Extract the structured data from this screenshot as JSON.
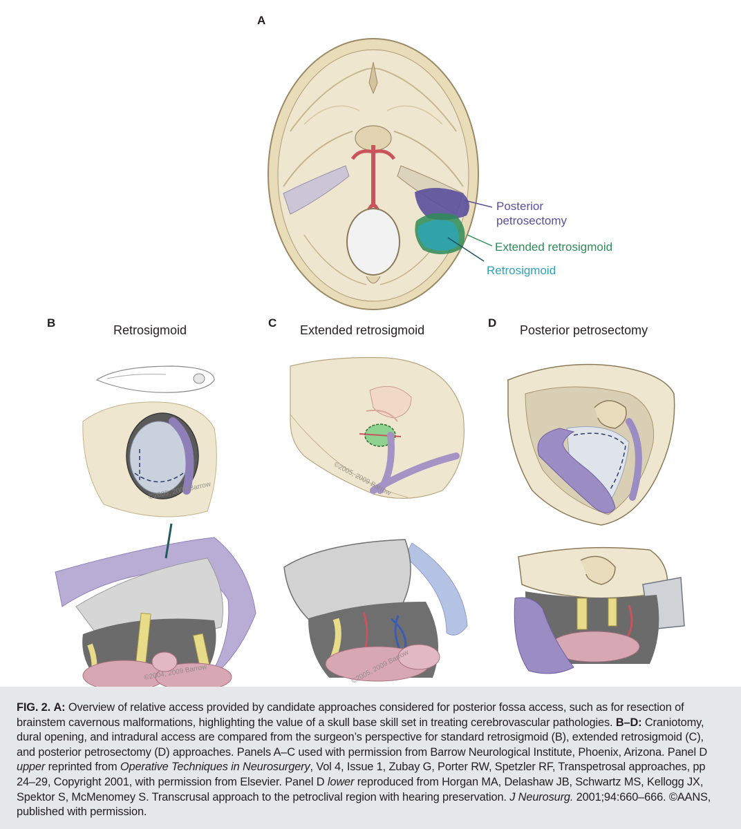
{
  "panels": {
    "A": {
      "letter": "A"
    },
    "B": {
      "letter": "B",
      "title": "Retrosigmoid"
    },
    "C": {
      "letter": "C",
      "title": "Extended retrosigmoid"
    },
    "D": {
      "letter": "D",
      "title": "Posterior petrosectomy"
    }
  },
  "callouts": {
    "posterior_line1": "Posterior",
    "posterior_line2": "petrosectomy",
    "extended": "Extended retrosigmoid",
    "retrosigmoid": "Retrosigmoid"
  },
  "copyrights": {
    "b_upper": "©2005, 2009 Barrow",
    "b_lower": "©2004, 2009 Barrow",
    "c_upper": "©2005, 2009 Barrow",
    "c_lower": "©2005, 2009 Barrow"
  },
  "colors": {
    "posterior": "#5b4f9c",
    "extended": "#2e8b57",
    "retrosigmoid": "#2ea3b5",
    "bone": "#efe6cf",
    "purple_sinus": "#8f7fb8",
    "caption_bg": "#e6e7e8"
  },
  "caption": {
    "fig_label": "FIG. 2.",
    "a_label": "A:",
    "a_text": " Overview of relative access provided by candidate approaches considered for posterior fossa access, such as for resection of brainstem cavernous malformations, highlighting the value of a skull base skill set in treating cerebrovascular pathologies. ",
    "bd_label": "B–D:",
    "bd_text": " Craniotomy, dural opening, and intradural access are compared from the surgeon’s perspective for standard retrosigmoid (B), extended retrosigmoid (C), and posterior petrosectomy (D) approaches. Panels A–C used with permission from Barrow Neurological Institute, Phoenix, Arizona. Panel D ",
    "upper": "upper",
    "text2": " reprinted from ",
    "book": "Operative Techniques in Neurosurgery",
    "text3": ", Vol 4, Issue 1, Zubay G, Porter RW, Spetzler RF, Transpetrosal approaches, pp 24–29, Copyright 2001, with permission from Elsevier. Panel D ",
    "lower": "lower",
    "text4": " reproduced from Horgan MA, Delashaw JB, Schwartz MS, Kellogg JX, Spektor S, McMenomey S. Transcrusal approach to the petroclival region with hearing preservation. ",
    "journal": "J Neurosurg.",
    "text5": " 2001;94:660–666. ©AANS, published with permission."
  }
}
